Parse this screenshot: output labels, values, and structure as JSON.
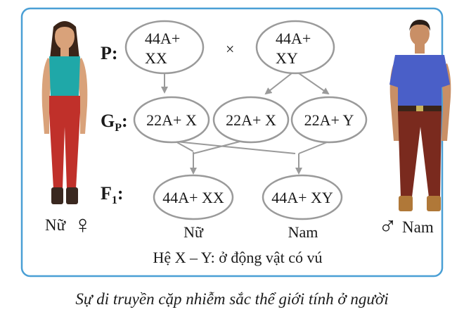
{
  "labels": {
    "p": "P:",
    "gp_main": "G",
    "gp_sub": "P",
    "f1_main": "F",
    "f1_sub": "1",
    "colon": ":",
    "cross": "×"
  },
  "parents": {
    "mother_line1": "44A+",
    "mother_line2": "XX",
    "father_line1": "44A+",
    "father_line2": "XY"
  },
  "gametes": [
    "22A+ X",
    "22A+ X",
    "22A+ Y"
  ],
  "offspring": [
    {
      "genotype": "44A+ XX",
      "label": "Nữ"
    },
    {
      "genotype": "44A+ XY",
      "label": "Nam"
    }
  ],
  "people": {
    "female_label": "Nữ",
    "female_symbol": "♀",
    "male_symbol": "♂",
    "male_label": "Nam"
  },
  "footer_note": "Hệ X – Y: ở động vật có vú",
  "caption": "Sự di truyền cặp nhiễm sắc thể giới tính ở người",
  "colors": {
    "frame": "#4a9fd5",
    "ellipse_stroke": "#9a9a9a",
    "arrow": "#9a9a9a",
    "female_shirt": "#1fa8a8",
    "female_pants": "#c0302a",
    "male_shirt": "#4a5fc8",
    "male_pants": "#7a2a1e"
  }
}
